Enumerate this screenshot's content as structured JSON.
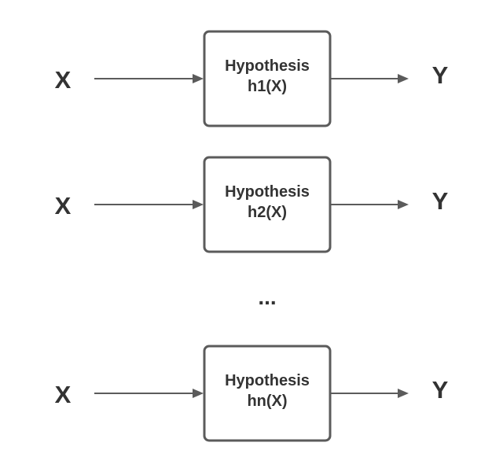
{
  "rows": [
    {
      "input": "X",
      "title": "Hypothesis",
      "function": "h1(X)",
      "output": "Y"
    },
    {
      "input": "X",
      "title": "Hypothesis",
      "function": "h2(X)",
      "output": "Y"
    },
    {
      "input": "X",
      "title": "Hypothesis",
      "function": "hn(X)",
      "output": "Y"
    }
  ],
  "ellipsis": "..."
}
